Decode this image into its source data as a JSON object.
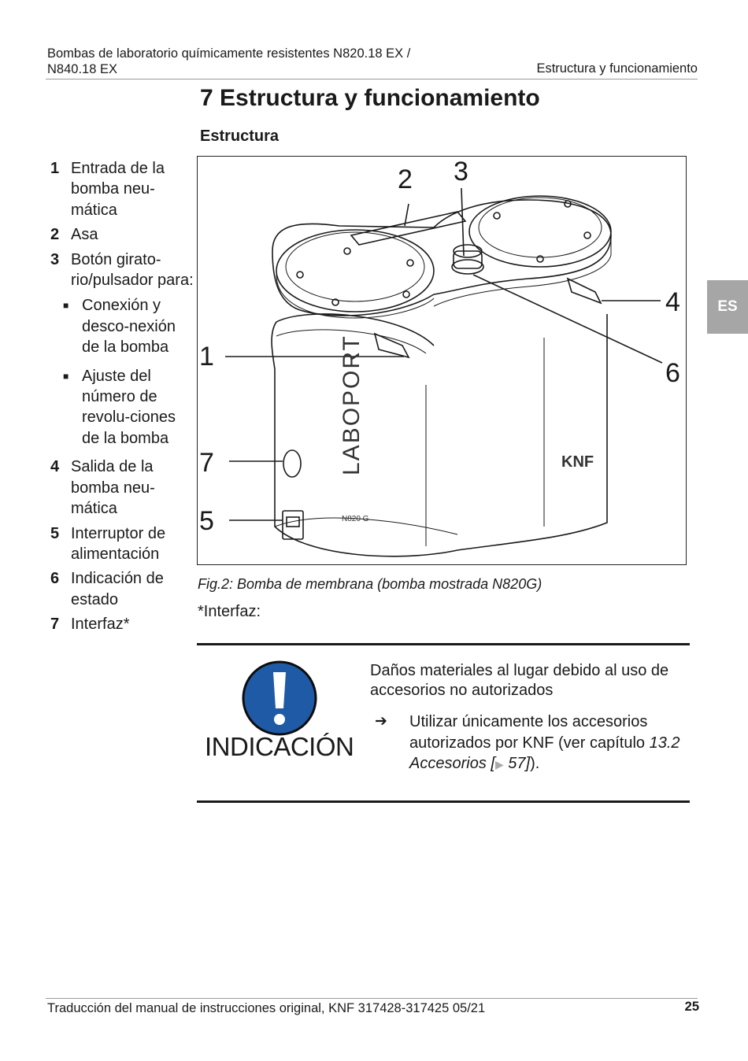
{
  "header": {
    "title_line1": "Bombas de laboratorio químicamente resistentes N820.18 EX /",
    "title_line2": "N840.18 EX",
    "section": "Estructura y funcionamiento"
  },
  "lang_tab": "ES",
  "chapter": {
    "title": "7 Estructura y funcionamiento",
    "subtitle": "Estructura"
  },
  "legend": [
    {
      "num": "1",
      "text": "Entrada de la bomba neu-mática"
    },
    {
      "num": "2",
      "text": "Asa"
    },
    {
      "num": "3",
      "text": "Botón girato-rio/pulsador para:"
    },
    {
      "num": "4",
      "text": "Salida de la bomba neu-mática"
    },
    {
      "num": "5",
      "text": "Interruptor de alimentación"
    },
    {
      "num": "6",
      "text": "Indicación de estado"
    },
    {
      "num": "7",
      "text": "Interfaz*"
    }
  ],
  "legend_sub": [
    "Conexión y desco-nexión de la bomba",
    "Ajuste del número de revolu-ciones de la bomba"
  ],
  "figure": {
    "callouts": [
      "1",
      "2",
      "3",
      "4",
      "5",
      "6",
      "7"
    ],
    "brand_text": "LABOPORT",
    "model_text": "N820 G",
    "logo_text": "KNF",
    "caption": "Fig.2: Bomba de membrana (bomba mostrada N820G)"
  },
  "footnote": "*Interfaz:",
  "notice": {
    "label": "INDICACIÓN",
    "icon": "exclamation-icon",
    "icon_color": "#1f5aa6",
    "text": "Daños materiales al lugar debido al uso de accesorios no autorizados",
    "action_prefix": "Utilizar únicamente los accesorios autorizados por KNF (ver capítulo",
    "action_ref": "13.2 Accesorios [",
    "action_page": " 57]",
    "action_suffix": ")."
  },
  "footer": {
    "text": "Traducción del manual de instrucciones original, KNF 317428-317425 05/21",
    "page": "25"
  }
}
